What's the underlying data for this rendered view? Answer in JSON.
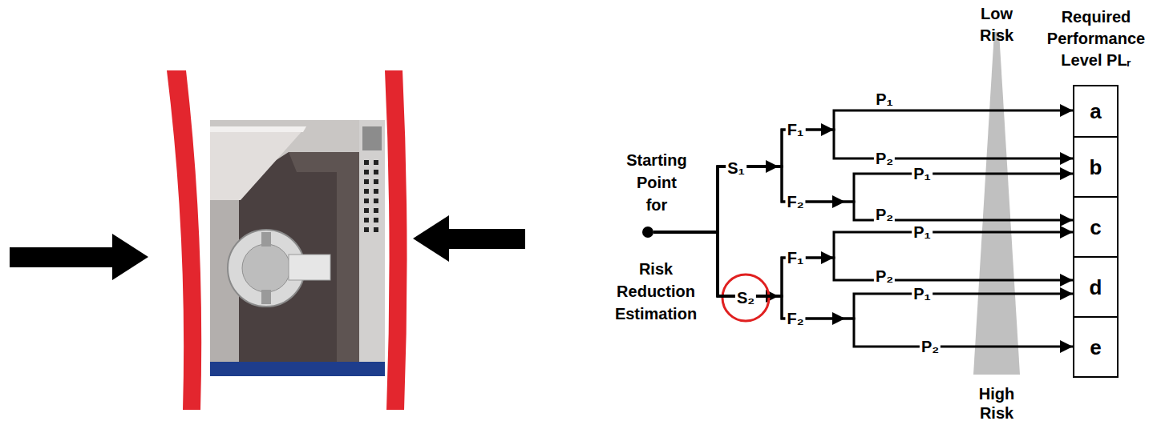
{
  "diagram": {
    "nodes": [
      {
        "text": [
          "Starting Point for",
          "Risk Reduction Estimation"
        ]
      },
      {
        "text": [
          "a"
        ]
      },
      {
        "text": [
          "b"
        ]
      },
      {
        "text": [
          "c"
        ]
      },
      {
        "text": [
          "d"
        ]
      },
      {
        "text": [
          "e"
        ]
      }
    ],
    "edges": [
      {
        "from": 0,
        "to": 1,
        "arrow": "to"
      },
      {
        "from": 0,
        "to": 2,
        "arrow": "to"
      },
      {
        "from": 0,
        "to": 2,
        "arrow": "to"
      },
      {
        "from": 0,
        "to": 3,
        "arrow": "to"
      },
      {
        "from": 0,
        "to": 3,
        "arrow": "to"
      },
      {
        "from": 0,
        "to": 4,
        "arrow": "to"
      },
      {
        "from": 0,
        "to": 4,
        "arrow": "to"
      },
      {
        "from": 0,
        "to": 5,
        "arrow": "to"
      }
    ],
    "labels": [
      "Required Performance Level PLᵣ",
      "Low Risk",
      "High Risk",
      "S₁",
      "S₂",
      "F₁",
      "F₂",
      "F₁",
      "F₂",
      "P₁",
      "P₂",
      "P₁",
      "P₂",
      "P₁",
      "P₂",
      "P₁",
      "P₂"
    ]
  }
}
